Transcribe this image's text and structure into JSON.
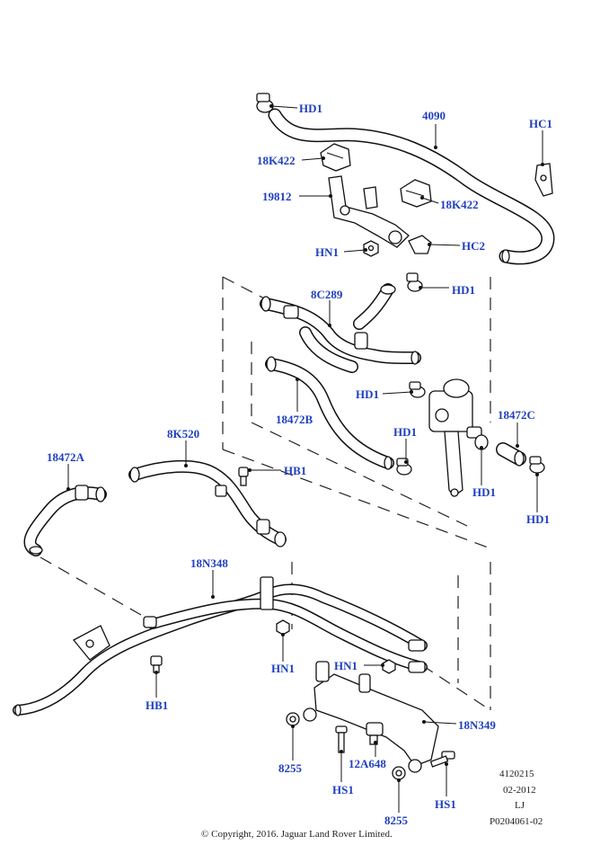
{
  "callouts": {
    "hd1_top": "HD1",
    "p4090": "4090",
    "hc1": "HC1",
    "p18k422_left": "18K422",
    "p19812": "19812",
    "p18k422_right": "18K422",
    "hn1_top": "HN1",
    "hc2": "HC2",
    "hd1_mid": "HD1",
    "p8c289": "8C289",
    "hd1_left": "HD1",
    "p18472b": "18472B",
    "p18472c": "18472C",
    "hd1_valve": "HD1",
    "hd1_b1": "HD1",
    "hd1_b2": "HD1",
    "p8k520": "8K520",
    "p18472a": "18472A",
    "hb1_top": "HB1",
    "p18n348": "18N348",
    "hn1_mid": "HN1",
    "hn1_right": "HN1",
    "hb1_bottom": "HB1",
    "p18n349": "18N349",
    "p8255_left": "8255",
    "p12a648": "12A648",
    "hs1_left": "HS1",
    "p8255_bottom": "8255",
    "hs1_right": "HS1"
  },
  "meta": {
    "ref_number": "4120215",
    "date": "02-2012",
    "initials": "LJ",
    "part_code": "P0204061-02"
  },
  "copyright": "© Copyright, 2016. Jaguar Land Rover Limited.",
  "colors": {
    "callout": "#1f3fbf",
    "line": "#111111",
    "background": "#ffffff"
  }
}
